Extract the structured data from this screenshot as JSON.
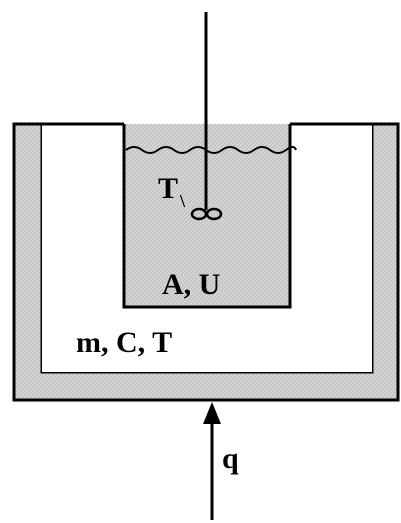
{
  "labels": {
    "inner_temp": "T",
    "inner_temp_subscript": "\\",
    "inner_props": "A, U",
    "outer_props": "m, C, T",
    "heat_input": "q"
  },
  "colors": {
    "stroke": "#000000",
    "insulation": "#d3d3d3",
    "background": "#ffffff"
  }
}
